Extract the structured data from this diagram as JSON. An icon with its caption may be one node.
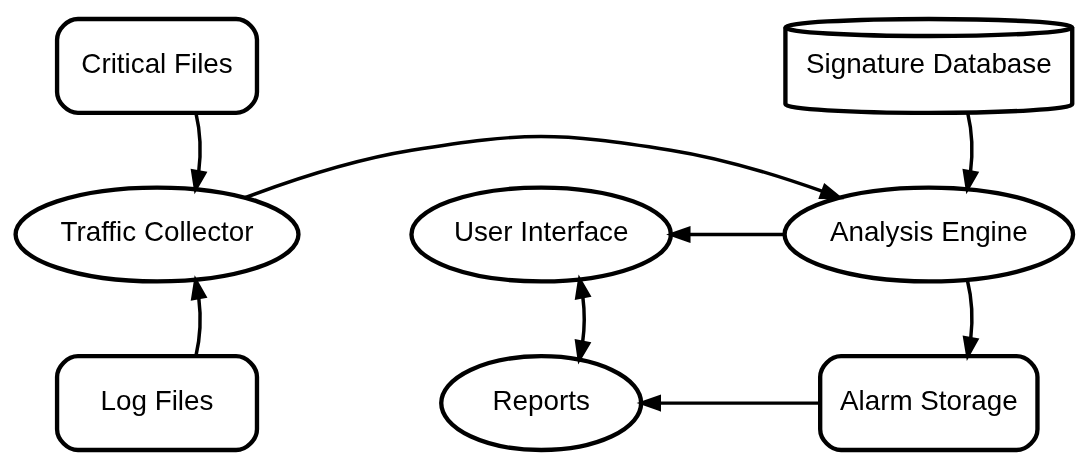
{
  "diagram": {
    "nodes": [
      {
        "text": [
          "Critical Files"
        ]
      },
      {
        "text": [
          "Signature Database"
        ]
      },
      {
        "text": [
          "Traffic Collector"
        ]
      },
      {
        "text": [
          "Analysis Engine"
        ]
      },
      {
        "text": [
          "User Interface"
        ]
      },
      {
        "text": [
          "Log Files"
        ]
      },
      {
        "text": [
          "Alarm Storage"
        ]
      },
      {
        "text": [
          "Reports"
        ]
      }
    ],
    "edges": [
      {
        "from": 0,
        "to": 2,
        "arrow": "to"
      },
      {
        "from": 5,
        "to": 2,
        "arrow": "to"
      },
      {
        "from": 1,
        "to": 3,
        "arrow": "to"
      },
      {
        "from": 2,
        "to": 3,
        "arrow": "to"
      },
      {
        "from": 3,
        "to": 4,
        "arrow": "to"
      },
      {
        "from": 3,
        "to": 6,
        "arrow": "to"
      },
      {
        "from": 4,
        "to": 7,
        "arrow": "both"
      },
      {
        "from": 6,
        "to": 7,
        "arrow": "to"
      }
    ]
  }
}
